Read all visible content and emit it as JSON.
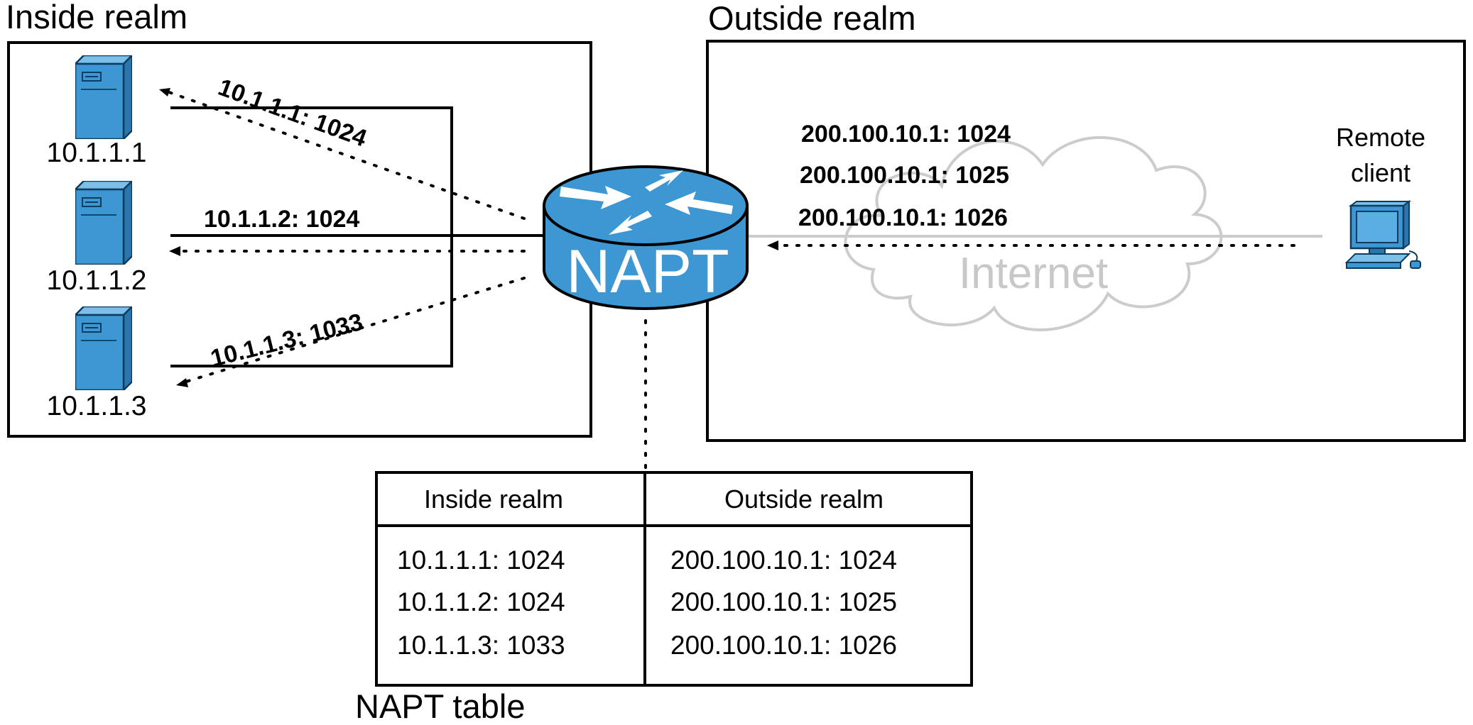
{
  "inside_realm": {
    "title": "Inside realm",
    "servers": [
      {
        "label": "10.1.1.1",
        "flow_label": "10.1.1.1: 1024"
      },
      {
        "label": "10.1.1.2",
        "flow_label": "10.1.1.2: 1024"
      },
      {
        "label": "10.1.1.3",
        "flow_label": "10.1.1.3: 1033"
      }
    ]
  },
  "outside_realm": {
    "title": "Outside realm",
    "cloud_label": "Internet",
    "client_label_line1": "Remote",
    "client_label_line2": "client",
    "flow_labels": [
      "200.100.10.1: 1024",
      "200.100.10.1: 1025",
      "200.100.10.1: 1026"
    ]
  },
  "router": {
    "label": "NAPT"
  },
  "napt_table": {
    "caption": "NAPT table",
    "headers": [
      "Inside realm",
      "Outside realm"
    ],
    "rows": [
      [
        "10.1.1.1: 1024",
        "200.100.10.1: 1024"
      ],
      [
        "10.1.1.2: 1024",
        "200.100.10.1: 1025"
      ],
      [
        "10.1.1.3: 1033",
        "200.100.10.1: 1026"
      ]
    ]
  },
  "colors": {
    "device_blue": "#3d97d3",
    "device_stroke": "#0d3c60",
    "cloud_gray": "#cccccc",
    "line_black": "#000000"
  },
  "icons": {
    "server": "server-tower-icon",
    "router": "router-icon",
    "client": "desktop-computer-icon",
    "cloud": "cloud-icon"
  }
}
